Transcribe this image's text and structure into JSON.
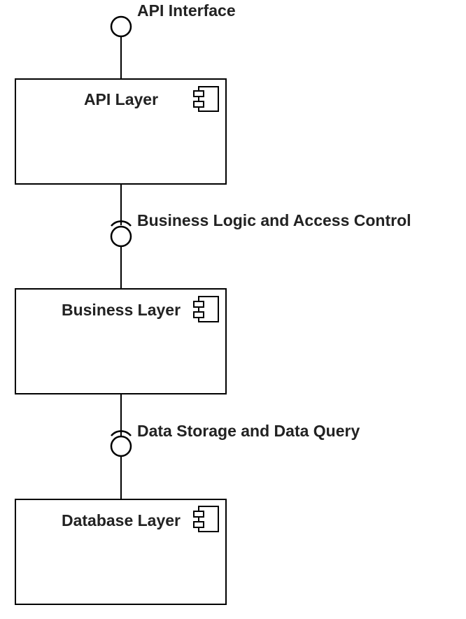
{
  "diagram": {
    "interfaces": [
      {
        "label": "API Interface",
        "kind": "provided"
      },
      {
        "label": "Business Logic and Access Control",
        "kind": "required"
      },
      {
        "label": "Data Storage and Data Query",
        "kind": "required"
      }
    ],
    "components": [
      {
        "label": "API Layer",
        "icon": "uml-component-icon"
      },
      {
        "label": "Business Layer",
        "icon": "uml-component-icon"
      },
      {
        "label": "Database Layer",
        "icon": "uml-component-icon"
      }
    ]
  }
}
